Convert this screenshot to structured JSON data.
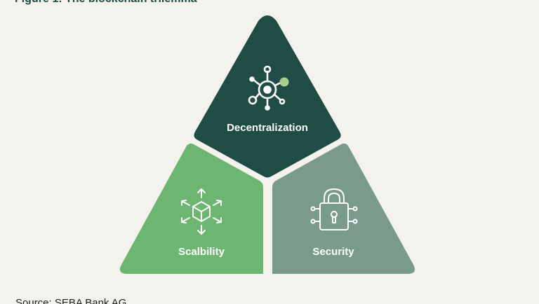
{
  "figure": {
    "title": "Figure 1: The blockchain trilemma",
    "source": "Source: SEBA Bank AG"
  },
  "segments": [
    {
      "id": "decentralization",
      "label": "Decentralization",
      "color": "#1f4d46",
      "icon": "network-nodes-icon"
    },
    {
      "id": "scalability",
      "label": "Scalbility",
      "color": "#6db672",
      "icon": "expanding-cube-icon"
    },
    {
      "id": "security",
      "label": "Security",
      "color": "#7a9a8c",
      "icon": "padlock-circuit-icon"
    }
  ],
  "colors": {
    "background": "#f3f2ec",
    "icon_accent": "#a8d08d",
    "icon_stroke": "#ffffff"
  }
}
